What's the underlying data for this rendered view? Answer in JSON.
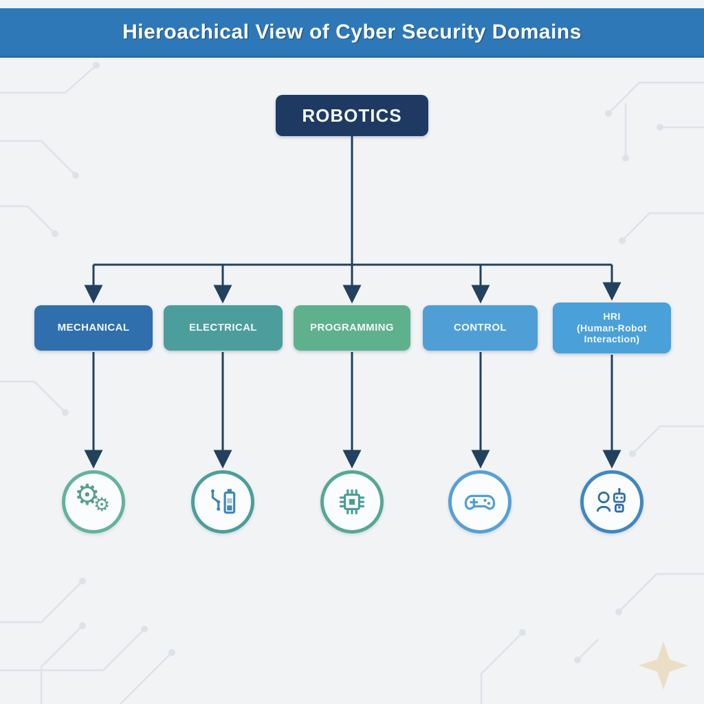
{
  "header": {
    "title": "Hieroachical View of Cyber Security Domains",
    "bg_color": "#2e78b8",
    "text_color": "#ffffff"
  },
  "root": {
    "label": "ROBOTICS",
    "bg_color": "#1e3a63",
    "text_color": "#ffffff"
  },
  "connector_color": "#21415f",
  "children": [
    {
      "label": "MECHANICAL",
      "bg_color": "#2f6fae",
      "icon": "gears-icon",
      "ring_color": "#62b39b",
      "icon_color": "#58a08a",
      "gear_glyph": "⚙"
    },
    {
      "label": "ELECTRICAL",
      "bg_color": "#4b9e9b",
      "icon": "battery-circuit-icon",
      "ring_color": "#4b9e9b",
      "icon_color": "#3e86bb"
    },
    {
      "label": "PROGRAMMING",
      "bg_color": "#5fb08d",
      "icon": "microchip-icon",
      "ring_color": "#55a795",
      "icon_color": "#4a9e97"
    },
    {
      "label": "CONTROL",
      "bg_color": "#4f9fd6",
      "icon": "game-controller-icon",
      "ring_color": "#55a0d8",
      "icon_color": "#4f9fd6"
    },
    {
      "label": "HRI\n(Human-Robot\nInteraction)",
      "bg_color": "#4aa0d8",
      "icon": "human-robot-icon",
      "ring_color": "#3f87c2",
      "icon_color": "#2e6da4"
    }
  ]
}
